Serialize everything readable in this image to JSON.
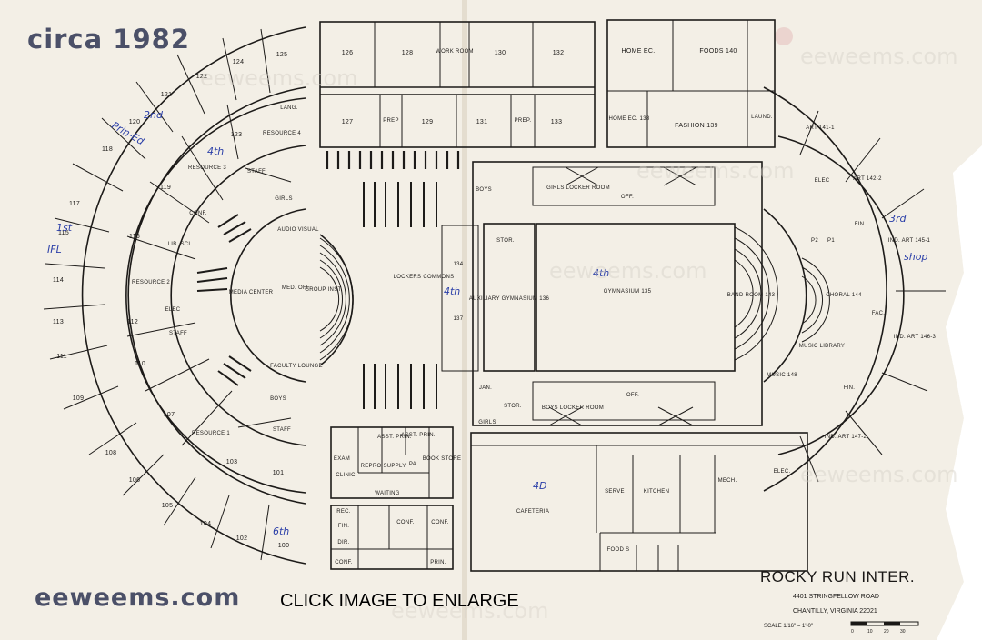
{
  "overlay": {
    "era_label": "circa 1982",
    "site_label": "eeweems.com",
    "cta_label": "CLICK IMAGE TO ENLARGE"
  },
  "watermark": "eeweems.com",
  "school": {
    "name": "ROCKY RUN INTER.",
    "street": "4401   STRINGFELLOW   ROAD",
    "city": "CHANTILLY,   VIRGINIA      22021",
    "scale": "SCALE 1/16\" = 1'-0\"",
    "scale_ticks": [
      "0",
      "10",
      "20",
      "30"
    ]
  },
  "rooms": {
    "r126": "126",
    "r128": "128",
    "workroom": "WORK ROOM",
    "r130": "130",
    "r132": "132",
    "r127": "127",
    "prep1": "PREP",
    "r129": "129",
    "r131": "131",
    "prep2": "PREP.",
    "r133": "133",
    "home_ec": "HOME EC.",
    "foods": "FOODS 140",
    "home_ec_138": "HOME EC. 138",
    "fashion": "FASHION 139",
    "laund": "LAUND.",
    "r125": "125",
    "r124": "124",
    "r122": "122",
    "r121": "121",
    "r120": "120",
    "r118": "118",
    "r123": "123",
    "lang": "LANG.",
    "resource4": "RESOURCE 4",
    "resource3": "RESOURCE 3",
    "staff_top": "STAFF",
    "girls_left": "GIRLS",
    "r119": "119",
    "conf_left": "CONF.",
    "r117": "117",
    "r116": "116",
    "r115": "115",
    "lib_sci": "LIB. SCI.",
    "audio_visual": "AUDIO VISUAL",
    "r114": "114",
    "resource2": "RESOURCE 2",
    "media_center": "MEDIA CENTER",
    "med_off": "MED. OFF.",
    "group_inst": "GROUP INST.",
    "r113": "113",
    "r112": "112",
    "elec_left": "ELEC",
    "staff_mid": "STAFF",
    "r111": "111",
    "r110": "110",
    "faculty_lounge": "FACULTY LOUNGE",
    "r109": "109",
    "boys_left": "BOYS",
    "r107": "107",
    "resource1": "RESOURCE 1",
    "staff_low": "STAFF",
    "r108": "108",
    "r106": "106",
    "r103": "103",
    "r101": "101",
    "r105": "105",
    "r104": "104",
    "r102": "102",
    "r100": "100",
    "lockers_commons": "LOCKERS COMMONS",
    "girls_locker": "GIRLS LOCKER ROOM",
    "boys_locker": "BOYS LOCKER ROOM",
    "boys_top": "BOYS",
    "off_top": "OFF.",
    "off_low": "OFF.",
    "stor": "STOR.",
    "r134": "134",
    "r137": "137",
    "aux_gym": "AUXILIARY GYMNASIUM 136",
    "gym": "GYMNASIUM 135",
    "jan": "JAN.",
    "stor_low": "STOR.",
    "girls_low": "GIRLS",
    "band": "BAND ROOM 143",
    "choral": "CHORAL 144",
    "music_library": "MUSIC LIBRARY",
    "music148": "MUSIC 148",
    "art141": "ART 141-1",
    "art142": "ART 142-2",
    "ind_art145": "IND. ART 145-1",
    "ind_art146": "IND. ART 146-3",
    "ind_art147": "IND. ART 147-2",
    "fac": "FAC.",
    "fin1": "FIN.",
    "fin2": "FIN.",
    "elec_right": "ELEC",
    "elec_low": "ELEC.",
    "p2": "P2",
    "p1": "P1",
    "asst_prin1": "ASST. PRIN.",
    "asst_prin2": "ASST. PRIN.",
    "book_store": "BOOK STORE",
    "exam": "EXAM",
    "clinic": "CLINIC",
    "repro": "REPRO",
    "supply": "SUPPLY",
    "pa": "PA",
    "waiting": "WAITING",
    "rec": "REC.",
    "fin_off": "FIN.",
    "dir": "DIR.",
    "conf_off": "CONF.",
    "conf_off2": "CONF.",
    "conf_off3": "CONF.",
    "prin": "PRIN.",
    "cafeteria": "CAFETERIA",
    "serve": "SERVE",
    "kitchen": "KITCHEN",
    "mech": "MECH.",
    "food_s": "FOOD S"
  },
  "handwritten": {
    "second": "2nd",
    "prince": "Prin-Ed",
    "fourth": "4th",
    "first": "1st",
    "ifl": "IFL",
    "third": "3rd",
    "shop": "shop",
    "gym_note": "4th",
    "aux_note": "4th",
    "cafe": "4D",
    "sixth": "6th"
  }
}
